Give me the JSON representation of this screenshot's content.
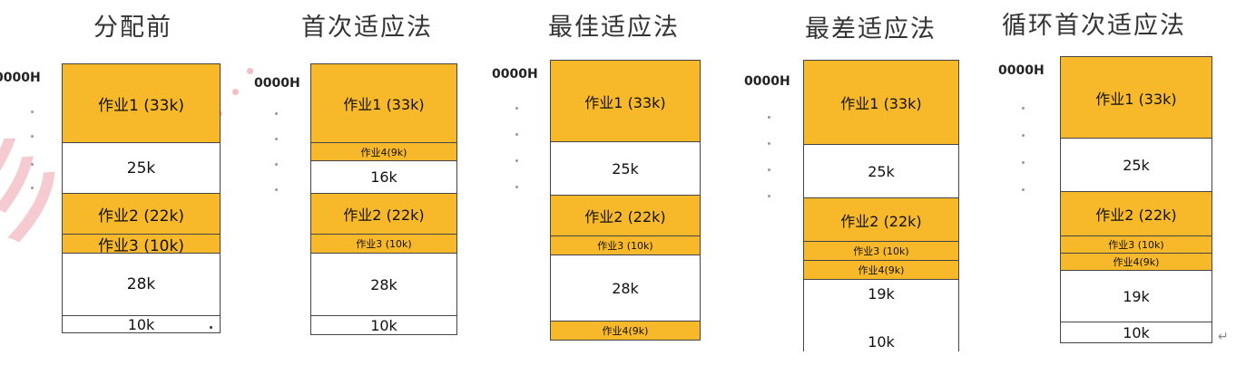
{
  "address_label": "0000H",
  "panel_0": {
    "title": "分配前",
    "blocks": [
      {
        "label": "作业1 (33k)",
        "type": "job"
      },
      {
        "label": "25k",
        "type": "free"
      },
      {
        "label": "作业2 (22k)",
        "type": "job"
      },
      {
        "label": "作业3 (10k)",
        "type": "job"
      },
      {
        "label": "28k",
        "type": "free"
      },
      {
        "label": "10k",
        "type": "free"
      }
    ]
  },
  "panel_1": {
    "title": "首次适应法",
    "blocks": [
      {
        "label": "作业1 (33k)",
        "type": "job"
      },
      {
        "label": "作业4(9k)",
        "type": "job"
      },
      {
        "label": "16k",
        "type": "free"
      },
      {
        "label": "作业2 (22k)",
        "type": "job"
      },
      {
        "label": "作业3 (10k)",
        "type": "job"
      },
      {
        "label": "28k",
        "type": "free"
      },
      {
        "label": "10k",
        "type": "free"
      }
    ]
  },
  "panel_2": {
    "title": "最佳适应法",
    "blocks": [
      {
        "label": "作业1 (33k)",
        "type": "job"
      },
      {
        "label": "25k",
        "type": "free"
      },
      {
        "label": "作业2 (22k)",
        "type": "job"
      },
      {
        "label": "作业3 (10k)",
        "type": "job"
      },
      {
        "label": "28k",
        "type": "free"
      },
      {
        "label": "作业4(9k)",
        "type": "job"
      }
    ]
  },
  "panel_3": {
    "title": "最差适应法",
    "blocks": [
      {
        "label": "作业1 (33k)",
        "type": "job"
      },
      {
        "label": "25k",
        "type": "free"
      },
      {
        "label": "作业2 (22k)",
        "type": "job"
      },
      {
        "label": "作业3 (10k)",
        "type": "job"
      },
      {
        "label": "作业4(9k)",
        "type": "job"
      },
      {
        "label": "19k",
        "type": "free"
      },
      {
        "label": "10k",
        "type": "free"
      }
    ]
  },
  "panel_4": {
    "title": "循环首次适应法",
    "blocks": [
      {
        "label": "作业1 (33k)",
        "type": "job"
      },
      {
        "label": "25k",
        "type": "free"
      },
      {
        "label": "作业2 (22k)",
        "type": "job"
      },
      {
        "label": "作业3 (10k)",
        "type": "job"
      },
      {
        "label": "作业4(9k)",
        "type": "job"
      },
      {
        "label": "19k",
        "type": "free"
      },
      {
        "label": "10k",
        "type": "free"
      }
    ]
  },
  "colors": {
    "job": "#f7b92a",
    "free": "#ffffff",
    "border": "#444444"
  }
}
